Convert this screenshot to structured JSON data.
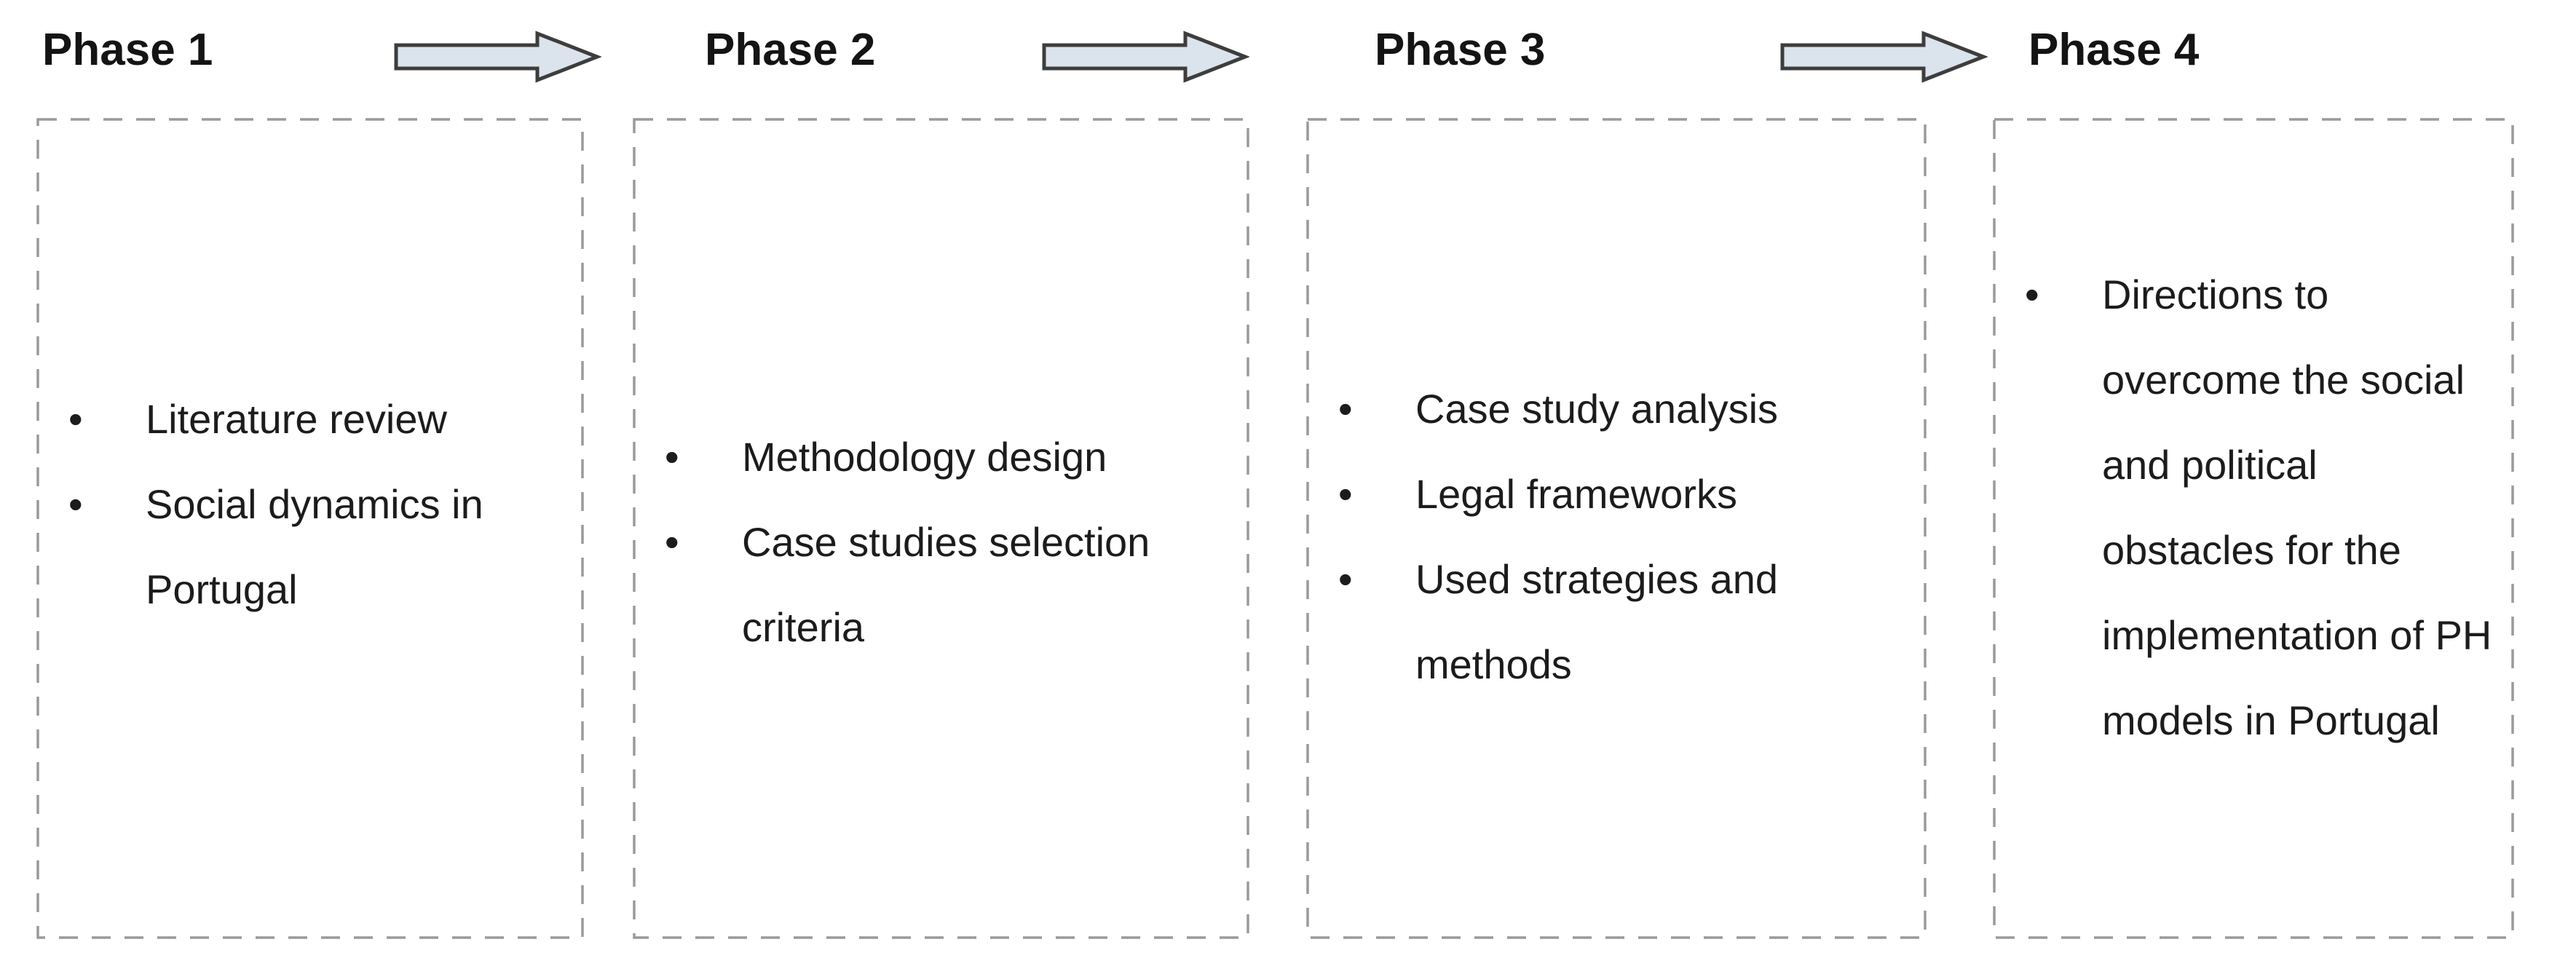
{
  "diagram": {
    "bullet_glyph": "•",
    "colors": {
      "arrow_fill": "#dbe3ec",
      "arrow_stroke": "#3d3d3d",
      "box_border": "#9a9a9a",
      "text": "#1a1a1a"
    },
    "phases": [
      {
        "title": "Phase 1",
        "bullets": [
          "Literature review",
          "Social dynamics in Portugal"
        ]
      },
      {
        "title": "Phase 2",
        "bullets": [
          "Methodology design",
          "Case studies selection criteria"
        ]
      },
      {
        "title": "Phase 3",
        "bullets": [
          "Case study analysis",
          "Legal frameworks",
          "Used strategies and methods"
        ]
      },
      {
        "title": "Phase 4",
        "bullets": [
          "Directions to overcome the social and political obstacles for the implementation of PH models in Portugal"
        ]
      }
    ]
  }
}
